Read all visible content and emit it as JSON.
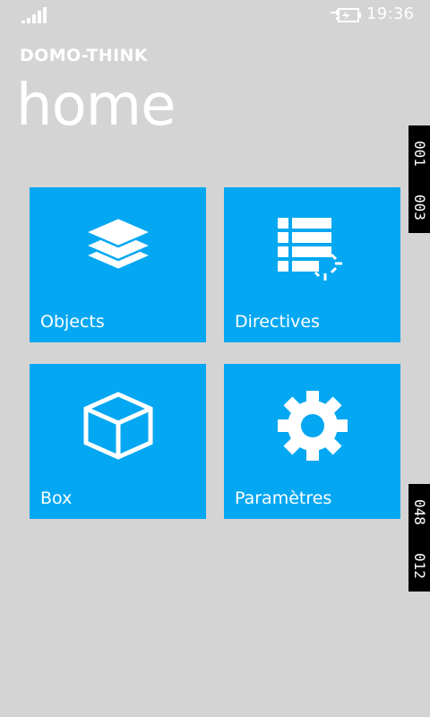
{
  "status_bar": {
    "time": "19:36",
    "signal_icon": "signal-bars-icon",
    "battery_icon": "battery-charging-icon"
  },
  "header": {
    "app_title": "DOMO-THINK",
    "page_title": "home"
  },
  "tiles": [
    {
      "label": "Objects",
      "icon": "layers-icon"
    },
    {
      "label": "Directives",
      "icon": "list-loading-icon"
    },
    {
      "label": "Box",
      "icon": "cube-icon"
    },
    {
      "label": "Paramètres",
      "icon": "gear-icon"
    }
  ],
  "debug_counters": {
    "top": [
      "001",
      "003"
    ],
    "bottom": [
      "048",
      "012"
    ]
  },
  "colors": {
    "background": "#d4d4d4",
    "tile": "#03a7f2",
    "text": "#ffffff",
    "counter_bg": "#000000"
  }
}
